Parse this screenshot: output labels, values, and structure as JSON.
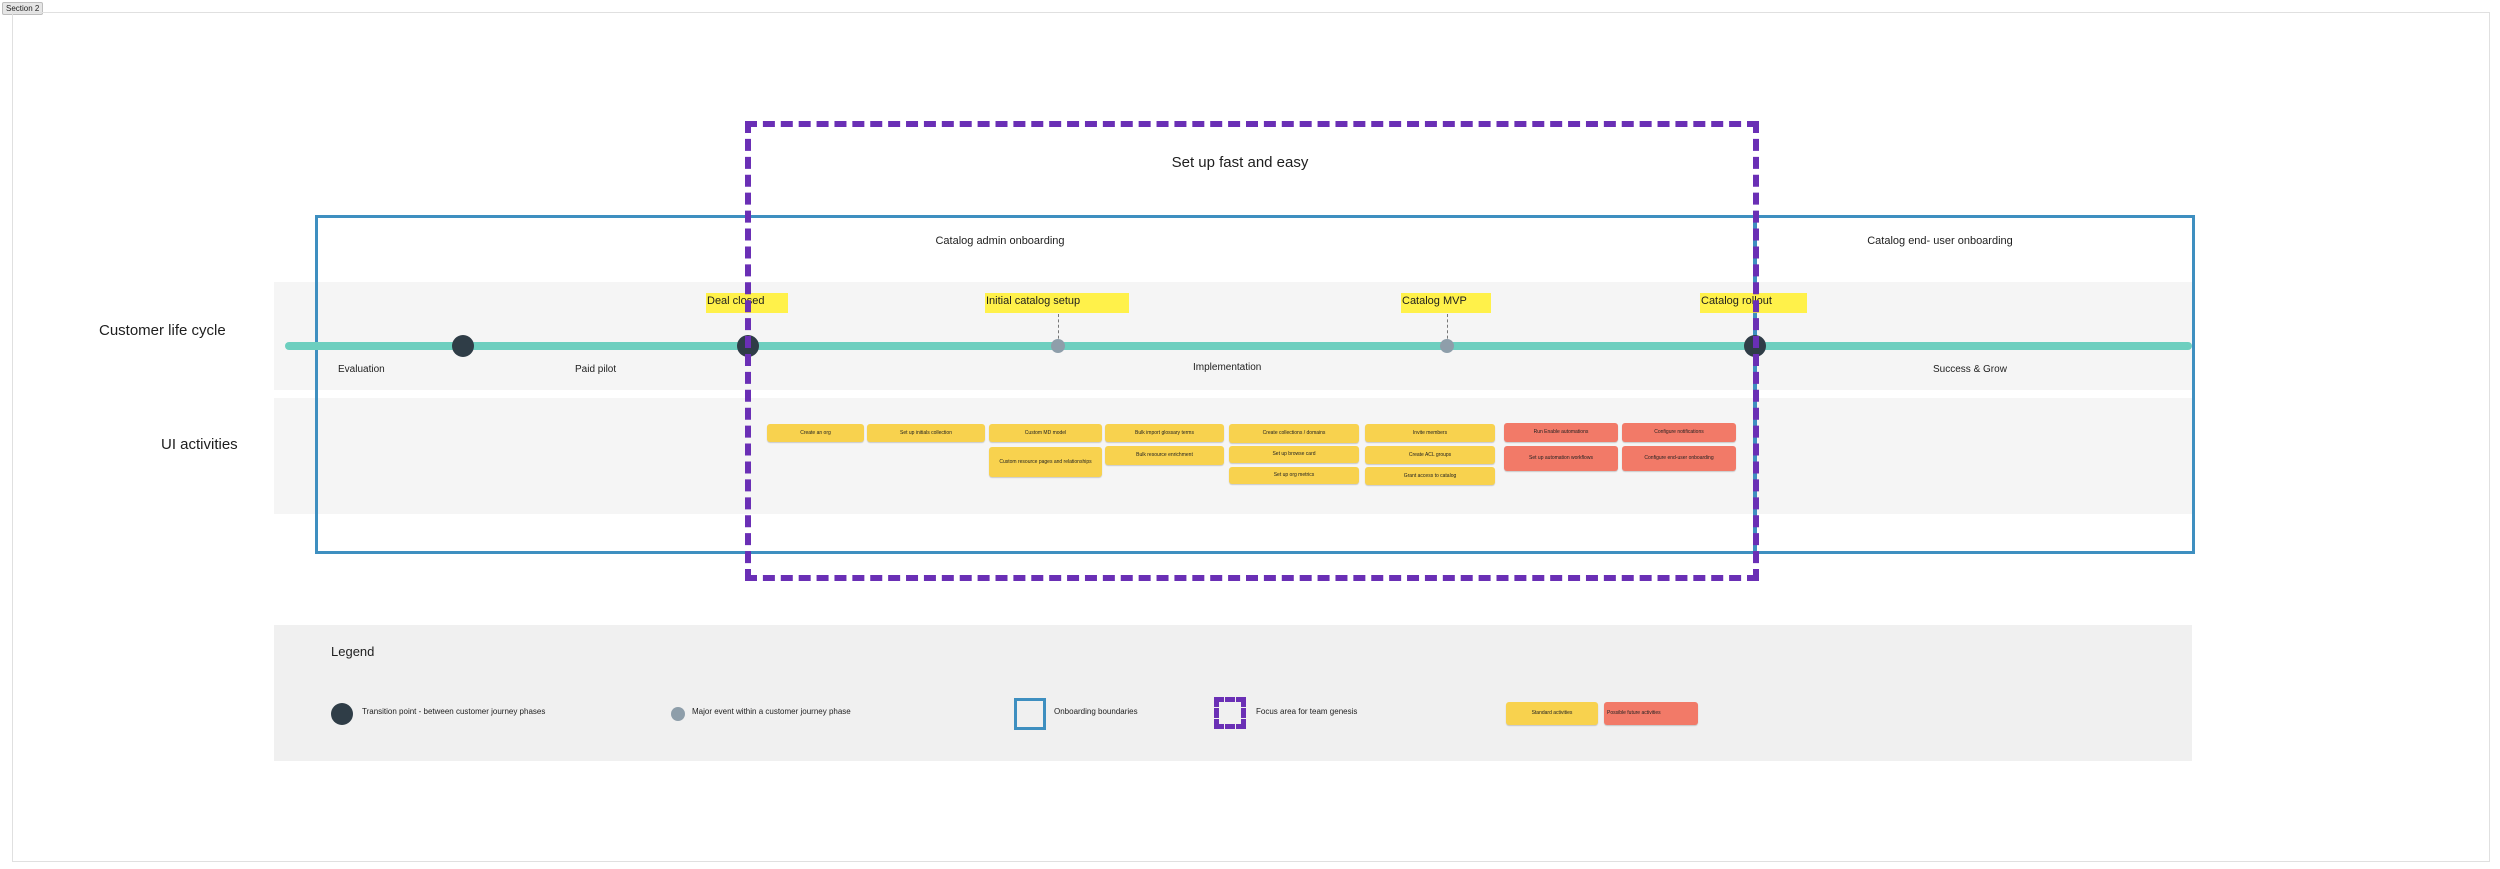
{
  "section_label": "Section 2",
  "row_labels": {
    "lifecycle": "Customer life cycle",
    "ui": "UI activities"
  },
  "focus_area": {
    "title": "Set up fast and easy"
  },
  "onboarding": {
    "admin_title": "Catalog admin onboarding",
    "enduser_title": "Catalog end- user onboarding"
  },
  "milestones": [
    "Deal closed",
    "Initial catalog setup",
    "Catalog MVP",
    "Catalog rollout"
  ],
  "phases": [
    "Evaluation",
    "Paid pilot",
    "Implementation",
    "Success & Grow"
  ],
  "activities": [
    "Create an org",
    "Set up initials collection",
    "Custom MD model",
    "Custom resource pages and relationships",
    "Bulk import glossary terms",
    "Bulk resource enrichment",
    "Create collections / domains",
    "Set up browse card",
    "Set up org metrics",
    "Invite members",
    "Create ACL groups",
    "Grant access to catalog",
    "Run Enable automations",
    "Set up automation workflows",
    "Configure notifications",
    "Configure end-user onboarding"
  ],
  "legend": {
    "title": "Legend",
    "transition_point": "Transition point - between customer journey phases",
    "major_event": "Major event within a customer journey phase",
    "onboarding_boundaries": "Onboarding boundaries",
    "focus_area": "Focus area for team genesis",
    "standard_activities": "Standard activities",
    "future_activities": "Possible future activities"
  },
  "colors": {
    "timeline": "#6dcfbf",
    "onboarding_border": "#3e8fc0",
    "focus_border": "#6a2fb5",
    "milestone": "#fff14a",
    "standard_activity": "#f8d24e",
    "future_activity": "#f27a68",
    "transition_dot": "#2f3d47",
    "event_dot": "#8e9eaa"
  }
}
